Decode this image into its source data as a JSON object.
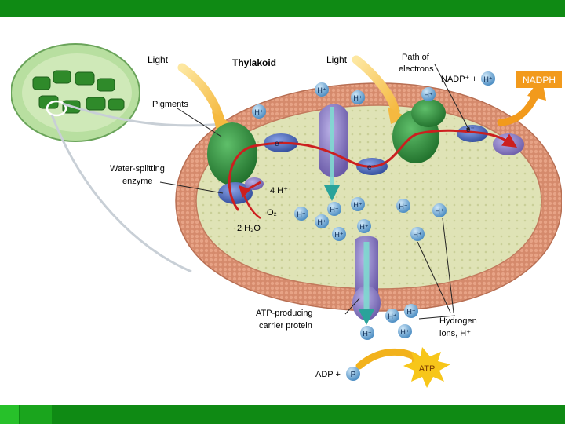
{
  "labels": {
    "light_left": "Light",
    "thylakoid": "Thylakoid",
    "light_right": "Light",
    "path_of_electrons_1": "Path of",
    "path_of_electrons_2": "electrons",
    "nadp_plus": "NADP⁺ +",
    "nadph": "NADPH",
    "pigments": "Pigments",
    "water_splitting_1": "Water-splitting",
    "water_splitting_2": "enzyme",
    "four_h": "4 H⁺",
    "o2": "O₂",
    "two_h2o": "2 H₂O",
    "atp_producing_1": "ATP-producing",
    "atp_producing_2": "carrier protein",
    "hydrogen_ions_1": "Hydrogen",
    "hydrogen_ions_2": "ions, H⁺",
    "adp": "ADP +",
    "p": "P",
    "atp": "ATP",
    "h_plus": "H⁺",
    "electron": "e⁻"
  },
  "colors": {
    "header_bar": "#0f8a14",
    "membrane": "#d9896a",
    "lumen": "#dbe0b0",
    "photosystem": "#2f8a3c",
    "cytochrome": "#8a7fc0",
    "electron_path": "#cc1f1f",
    "h_ion": "#6fa8d6",
    "nadph_box": "#f29a1c",
    "atp_star": "#f7c61a"
  }
}
